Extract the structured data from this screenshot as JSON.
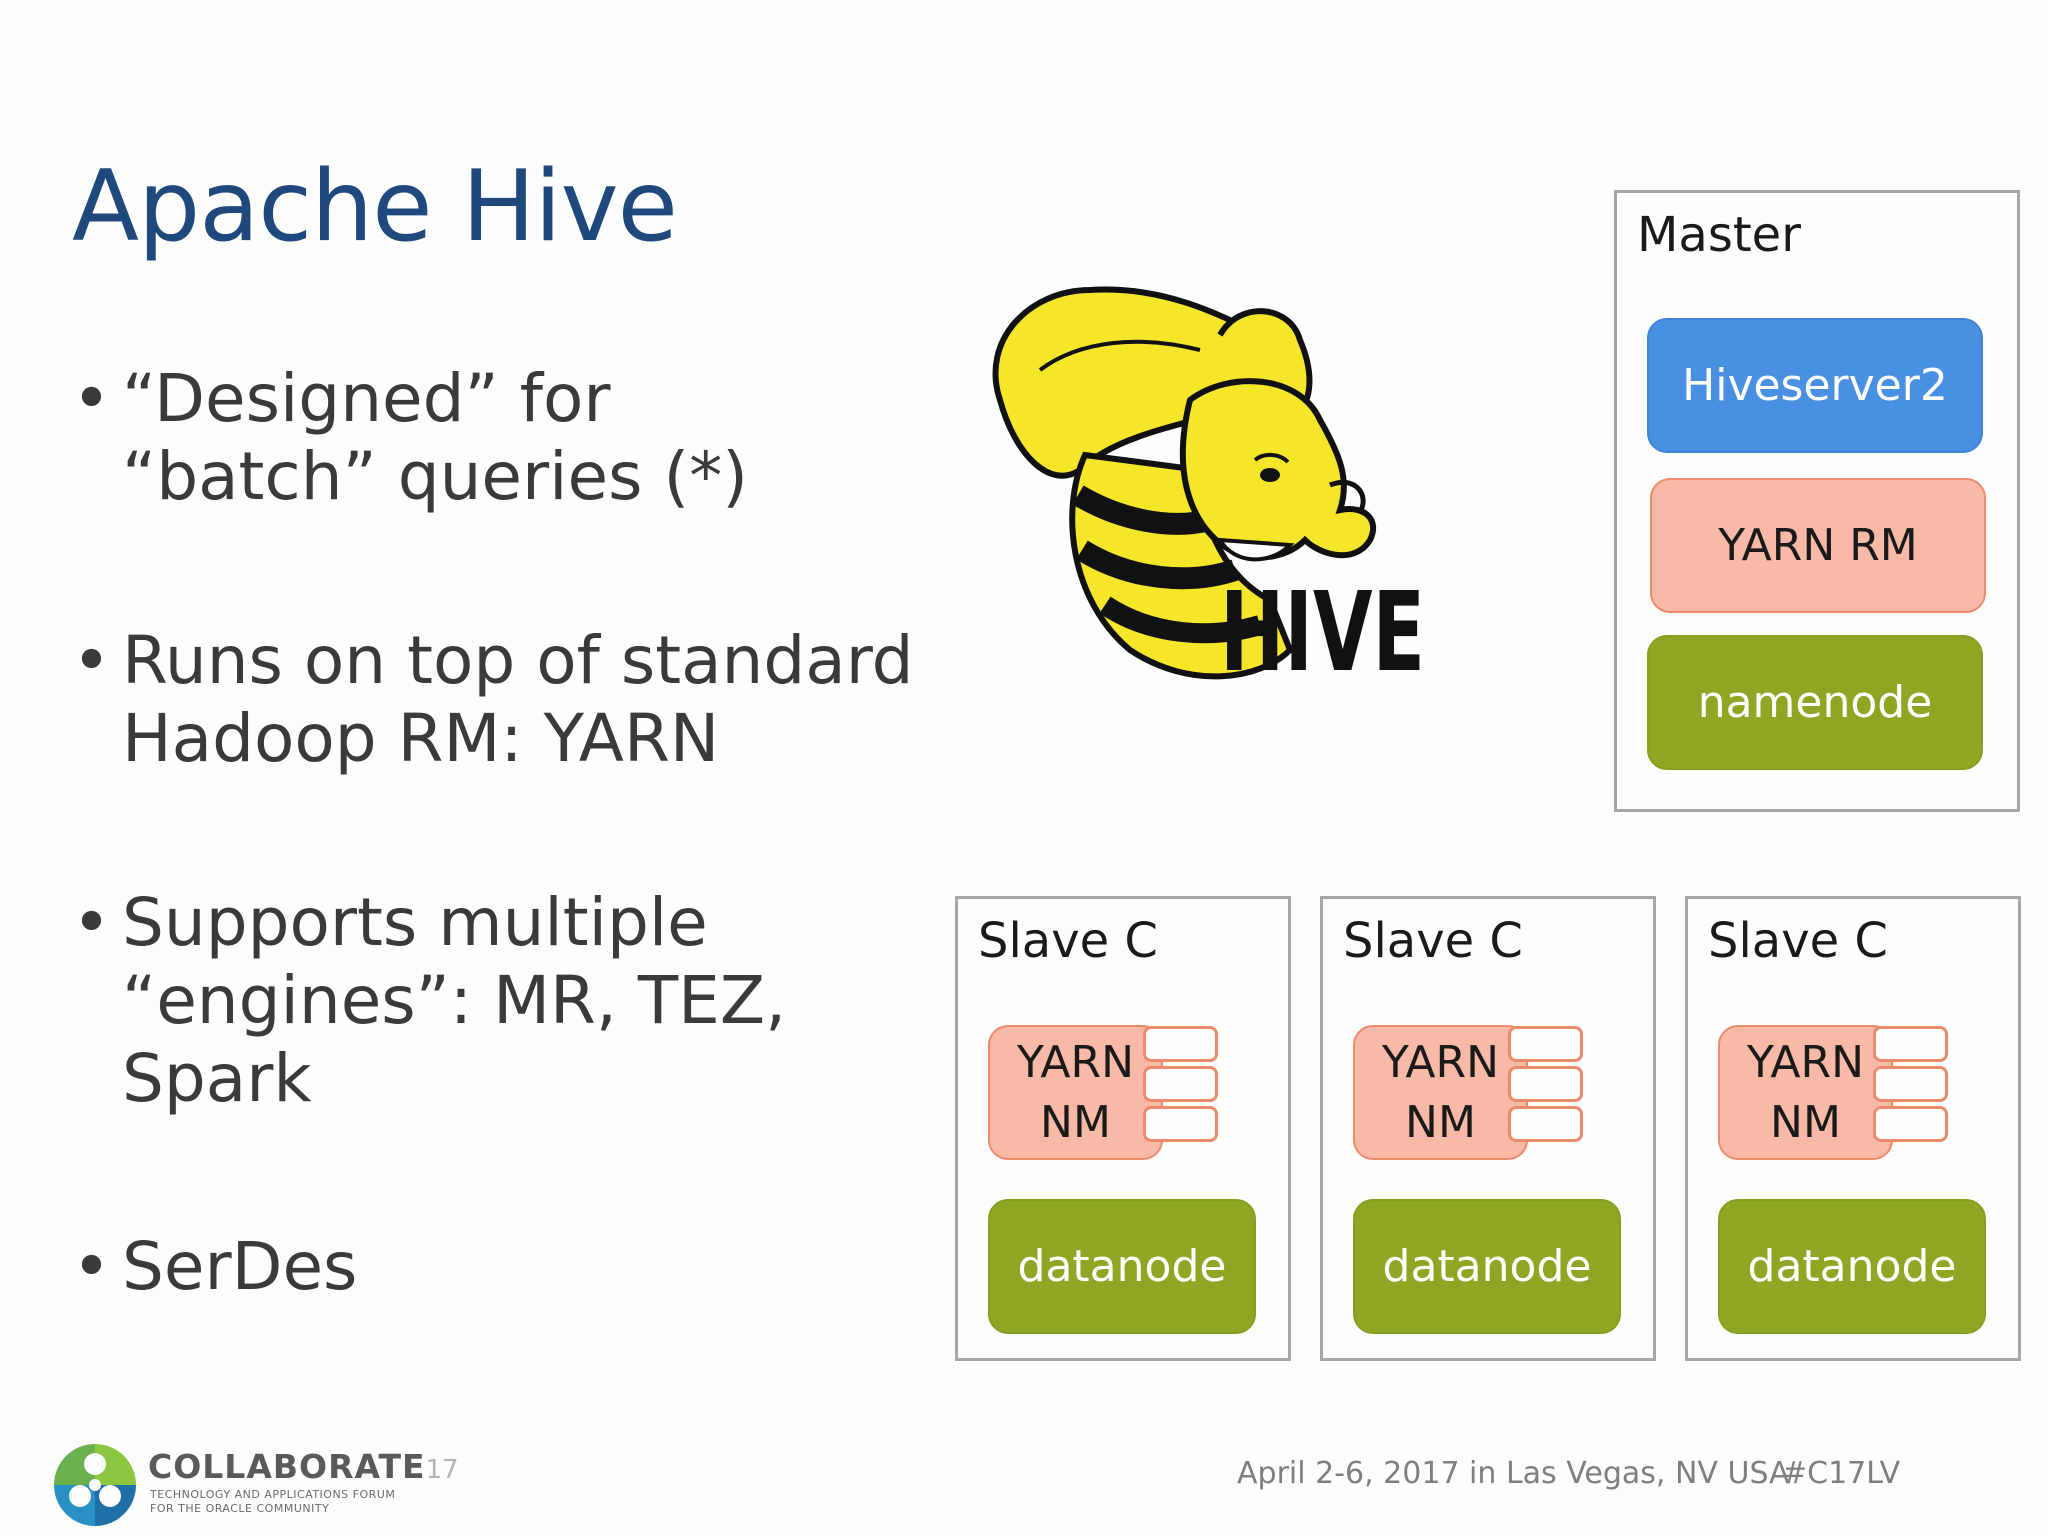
{
  "slide": {
    "title": "Apache Hive",
    "bullets": [
      {
        "text": "“Designed” for\n“batch” queries (*)"
      },
      {
        "text": "Runs on top of standard\nHadoop RM: YARN"
      },
      {
        "text": "Supports multiple\n“engines”: MR, TEZ,\nSpark"
      },
      {
        "text": "SerDes"
      }
    ],
    "bullet_glyph": "•"
  },
  "hive_logo": {
    "wordmark": "HIVE",
    "icon": "hive-elephant-bee-logo"
  },
  "master": {
    "label": "Master",
    "components": [
      {
        "label": "Hiveserver2",
        "color": "#4a90e2"
      },
      {
        "label": "YARN RM",
        "color": "#f8b9a6"
      },
      {
        "label": "namenode",
        "color": "#8ea624"
      }
    ]
  },
  "slaves": [
    {
      "label": "Slave C",
      "nm_label": "YARN\nNM",
      "dn_label": "datanode"
    },
    {
      "label": "Slave C",
      "nm_label": "YARN\nNM",
      "dn_label": "datanode"
    },
    {
      "label": "Slave C",
      "nm_label": "YARN\nNM",
      "dn_label": "datanode"
    }
  ],
  "footer": {
    "event": "April 2-6, 2017 in Las Vegas, NV USA",
    "hashtag": "#C17LV",
    "brand_word": "COLLABORATE",
    "brand_num": "17",
    "brand_tagline": "TECHNOLOGY AND APPLICATIONS FORUM\nFOR THE ORACLE COMMUNITY",
    "brand_icon": "collaborate-logo-icon"
  },
  "colors": {
    "title": "#1f497d",
    "hiveserver": "#4a90e2",
    "yarn": "#f8b9a6",
    "yarn_border": "#ec8a6b",
    "hdfs": "#8ea624",
    "hive_yellow": "#f5e62a"
  }
}
